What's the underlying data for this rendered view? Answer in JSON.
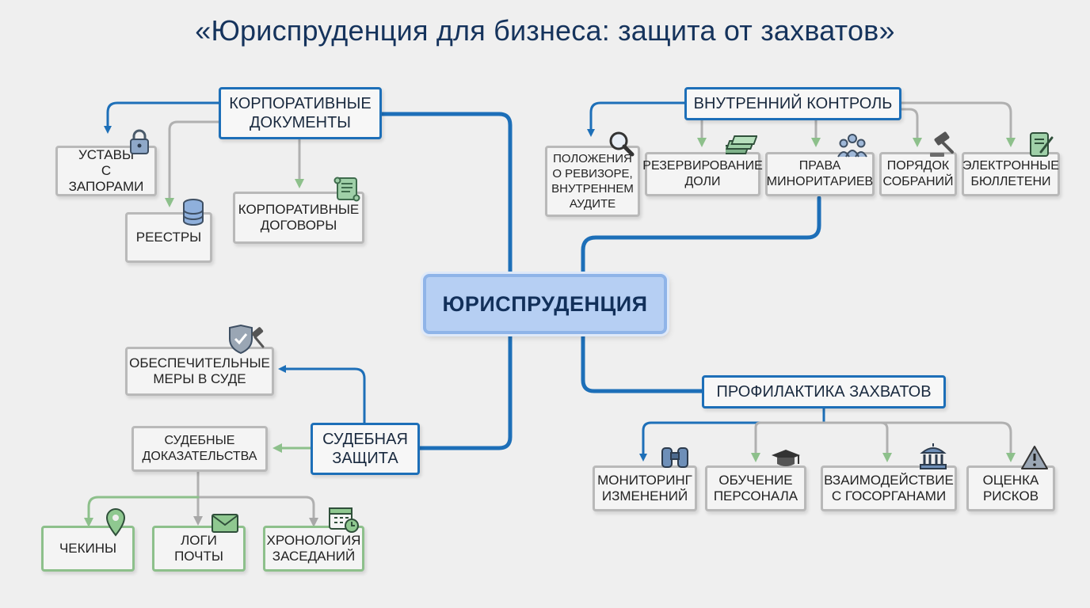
{
  "title": "«Юриспруденция для бизнеса: защита от захватов»",
  "center": "Юриспруденция",
  "branches": {
    "corporate_docs": "Корпоративные\nдокументы",
    "internal_control": "Внутренний контроль",
    "prevention": "Профилактика захватов",
    "court": "Судебная\nзащита"
  },
  "leaves": {
    "charters": "Уставы\nс запорами",
    "registries": "Реестры",
    "corp_agreements": "Корпоративные\nдоговоры",
    "auditor": "Положения\nо ревизоре,\nвнутреннем\nаудите",
    "reservation": "Резервирование\nдоли",
    "minority": "Права\nминоритариев",
    "meetings": "Порядок\nсобраний",
    "ballots": "Электронные\nбюллетени",
    "injunctions": "Обеспечительные\nмеры в суде",
    "evidence": "Судебные\nдоказательства",
    "checkins": "Чекины",
    "mail_logs": "Логи\nпочты",
    "chronology": "Хронология\nзаседаний",
    "monitoring": "Мониторинг\nизменений",
    "training": "Обучение\nперсонала",
    "authorities": "Взаимодействие\nс госорганами",
    "risk": "Оценка\nрисков"
  },
  "colors": {
    "blue": "#1d6fb8",
    "grey": "#b0b0b0",
    "green": "#8dc08b"
  },
  "icons": [
    "lock-icon",
    "database-icon",
    "scroll-icon",
    "magnifier-icon",
    "money-stack-icon",
    "people-group-icon",
    "gavel-icon",
    "tablet-icon",
    "shield-gavel-icon",
    "map-pin-icon",
    "envelope-icon",
    "calendar-clock-icon",
    "binoculars-icon",
    "graduation-cap-icon",
    "government-building-icon",
    "warning-icon"
  ]
}
